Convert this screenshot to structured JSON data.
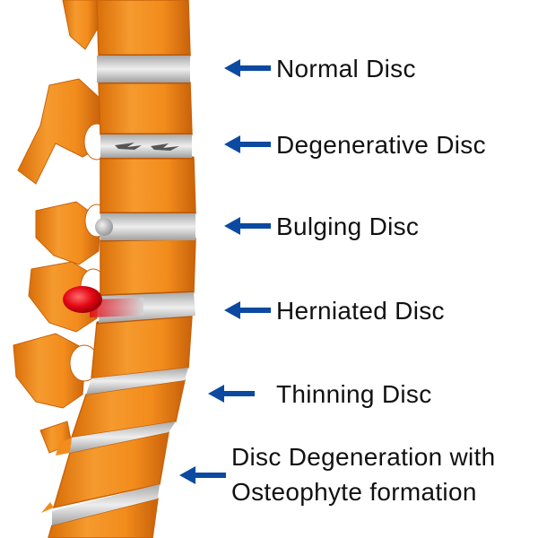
{
  "labels": {
    "normal": "Normal Disc",
    "degenerative": "Degenerative Disc",
    "bulging": "Bulging Disc",
    "herniated": "Herniated Disc",
    "thinning": "Thinning Disc",
    "osteophyte_line1": "Disc Degeneration with",
    "osteophyte_line2": "Osteophyte formation"
  },
  "colors": {
    "bone": "#f28c1c",
    "bone_shadow": "#d96f08",
    "bone_highlight": "#ffb35a",
    "disc": "#d4d4d4",
    "herniation": "#e30613",
    "arrow": "#0b4aa0"
  },
  "icons": {
    "arrow": "arrow-left-icon"
  }
}
